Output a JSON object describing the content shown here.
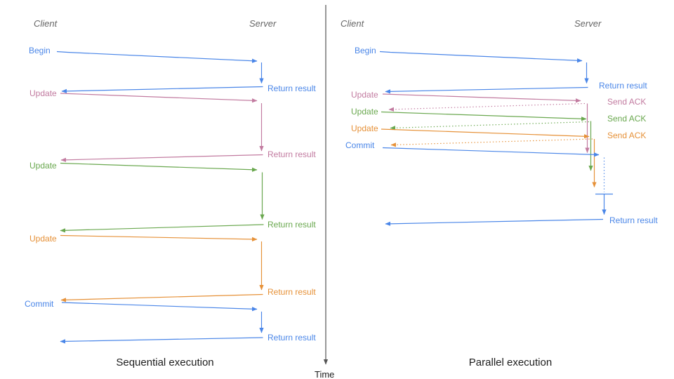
{
  "colors": {
    "blue": "#4a86e8",
    "pink": "#c27ba0",
    "green": "#6aa84f",
    "orange": "#e69138",
    "axis": "#555555",
    "gray": "#666666",
    "black": "#1c1c1c"
  },
  "time_axis": {
    "label": "Time"
  },
  "sequential": {
    "title": "Sequential execution",
    "client_header": "Client",
    "server_header": "Server",
    "messages": [
      {
        "label": "Begin",
        "color": "blue",
        "response": "Return result"
      },
      {
        "label": "Update",
        "color": "pink",
        "response": "Return result"
      },
      {
        "label": "Update",
        "color": "green",
        "response": "Return result"
      },
      {
        "label": "Update",
        "color": "orange",
        "response": "Return result"
      },
      {
        "label": "Commit",
        "color": "blue",
        "response": "Return result"
      }
    ]
  },
  "parallel": {
    "title": "Parallel execution",
    "client_header": "Client",
    "server_header": "Server",
    "messages": [
      {
        "label": "Begin",
        "color": "blue",
        "response": "Return result"
      },
      {
        "label": "Update",
        "color": "pink",
        "response": "Send ACK"
      },
      {
        "label": "Update",
        "color": "green",
        "response": "Send ACK"
      },
      {
        "label": "Update",
        "color": "orange",
        "response": "Send ACK"
      },
      {
        "label": "Commit",
        "color": "blue",
        "response": "Return result"
      }
    ]
  }
}
